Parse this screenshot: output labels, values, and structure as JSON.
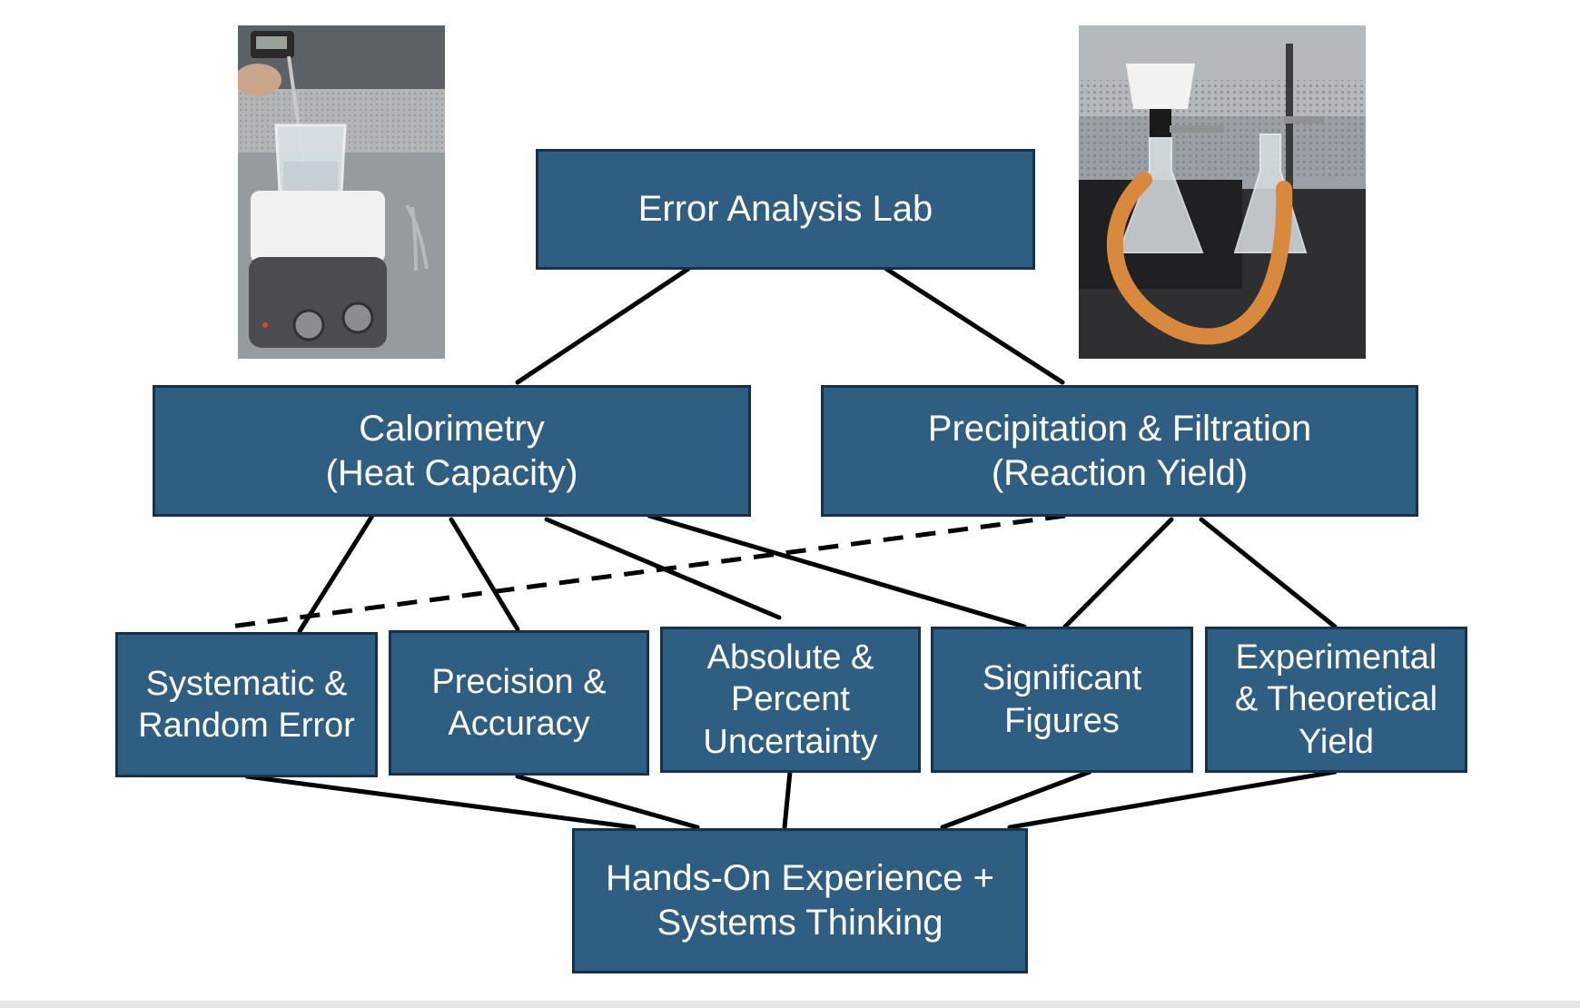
{
  "nodes": {
    "root": {
      "lines": [
        "Error Analysis Lab"
      ]
    },
    "calorimetry": {
      "lines": [
        "Calorimetry",
        "(Heat Capacity)"
      ]
    },
    "precipitation": {
      "lines": [
        "Precipitation & Filtration",
        "(Reaction Yield)"
      ]
    },
    "systematic": {
      "lines": [
        "Systematic &",
        "Random Error"
      ]
    },
    "precision": {
      "lines": [
        "Precision &",
        "Accuracy"
      ]
    },
    "absolute": {
      "lines": [
        "Absolute &",
        "Percent",
        "Uncertainty"
      ]
    },
    "sigfigs": {
      "lines": [
        "Significant",
        "Figures"
      ]
    },
    "yield": {
      "lines": [
        "Experimental",
        "& Theoretical",
        "Yield"
      ]
    },
    "handson": {
      "lines": [
        "Hands-On Experience +",
        "Systems Thinking"
      ]
    }
  },
  "colors": {
    "node_fill": "#2e5e82",
    "node_border": "#16324a",
    "node_text": "#ffffff",
    "connector": "#000000"
  },
  "photos": {
    "left": "calorimetry-hotplate-beaker-photo",
    "right": "vacuum-filtration-flasks-photo"
  }
}
